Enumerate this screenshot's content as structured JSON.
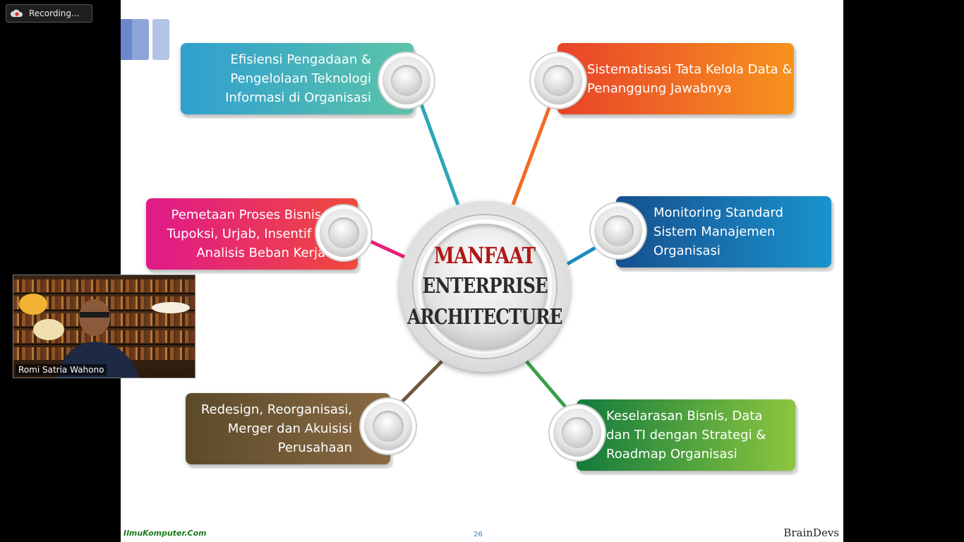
{
  "recording": {
    "label": "Recording..."
  },
  "slide": {
    "center": {
      "line1": "MANFAAT",
      "line2": "ENTERPRISE",
      "line3": "ARCHITECTURE"
    },
    "items": {
      "top_left": "Efisiensi Pengadaan &\nPengelolaan Teknologi\nInformasi di Organisasi",
      "top_right": "Sistematisasi Tata Kelola Data &\nPenanggung Jawabnya",
      "mid_left": "Pemetaan Proses Bisnis,\nTupoksi, Urjab, Insentif &\nAnalisis Beban Kerja",
      "mid_right": "Monitoring Standard\nSistem Manajemen\nOrganisasi",
      "bottom_left": "Redesign, Reorganisasi,\nMerger dan Akuisisi\nPerusahaan",
      "bottom_right": "Keselarasan Bisnis, Data\ndan TI dengan Strategi &\nRoadmap Organisasi"
    },
    "footer": {
      "left": "IlmuKomputer.Com",
      "page": "26",
      "right": "BrainDevs"
    }
  },
  "video": {
    "participant_name": "Romi Satria Wahono"
  },
  "colors": {
    "center_red": "#b01818",
    "center_dark": "#2b2b2b",
    "top_left": [
      "#2f9fd0",
      "#5cc4a8"
    ],
    "top_right": [
      "#e8432a",
      "#f7931e"
    ],
    "mid_left": [
      "#e0198a",
      "#f04a3c"
    ],
    "mid_right": [
      "#16508f",
      "#1a93cc"
    ],
    "bottom_left": [
      "#5b4a2a",
      "#8a6a44"
    ],
    "bottom_right": [
      "#137b3c",
      "#8cc63f"
    ]
  }
}
